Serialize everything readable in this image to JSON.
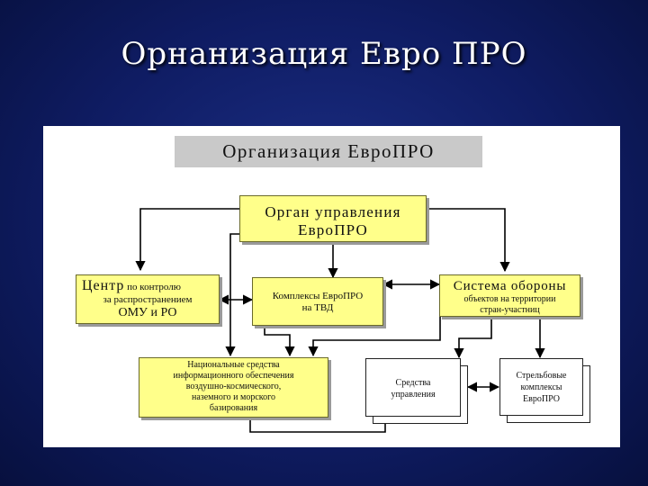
{
  "slide": {
    "title": "Орнанизация Евро ПРО"
  },
  "diagram": {
    "header": "Организация ЕвроПРО",
    "nodes": {
      "governing_body": {
        "line1": "Орган управления",
        "line2": "ЕвроПРО"
      },
      "control_center": {
        "big": "Центр",
        "line1_rest": "по контролю",
        "line2": "за распространением",
        "line3": "ОМУ и РО"
      },
      "tbd_complexes": {
        "line1": "Комплексы ЕвроПРО",
        "line2": "на ТВД"
      },
      "defense_system": {
        "line1": "Система обороны",
        "line2": "объектов на территории",
        "line3": "стран-участниц"
      },
      "national_means": {
        "line1": "Национальные средства",
        "line2": "информационного обеспечения",
        "line3": "воздушно-космического,",
        "line4": "наземного и морского",
        "line5": "базирования"
      },
      "control_means": {
        "line1": "Средства",
        "line2": "управления"
      },
      "firing_complexes": {
        "line1": "Стрельбовые",
        "line2": "комплексы",
        "line3": "ЕвроПРО"
      }
    }
  }
}
